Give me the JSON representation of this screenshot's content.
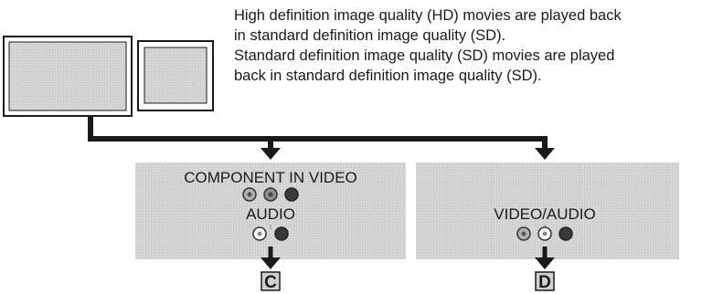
{
  "description": {
    "hd_line1": "High definition image quality (HD) movies are played back",
    "hd_line2": "in standard definition image quality (SD).",
    "sd_line1": "Standard definition image quality (SD) movies are played",
    "sd_line2": "back in standard definition image quality (SD)."
  },
  "left_panel": {
    "component_label": "COMPONENT IN VIDEO",
    "audio_label": "AUDIO",
    "jack_colors": [
      "#9a9a9a",
      "#7a7a7a",
      "#3a3a3a"
    ],
    "audio_jack_colors": [
      "#ffffff",
      "#3a3a3a"
    ],
    "result_letter": "C"
  },
  "right_panel": {
    "video_audio_label": "VIDEO/AUDIO",
    "jack_colors": [
      "#9a9a9a",
      "#ffffff",
      "#3a3a3a"
    ],
    "result_letter": "D"
  },
  "colors": {
    "panel_fill": "#d4d4d4",
    "cable": "#1a1a1a"
  }
}
